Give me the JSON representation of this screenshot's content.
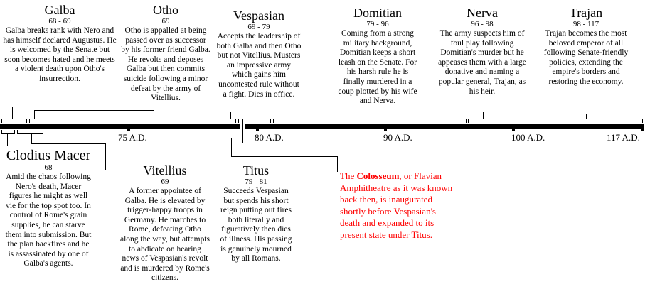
{
  "axis": {
    "ticks": [
      "75 A.D.",
      "80 A.D.",
      "90 A.D.",
      "100 A.D.",
      "117 A.D."
    ]
  },
  "emperors": {
    "galba": {
      "name": "Galba",
      "years": "68 - 69",
      "text": "Galba breaks rank with Nero and has himself declared Augustus. He is welcomed by the Senate but soon becomes hated and he meets a violent death upon Otho's insurrection."
    },
    "otho": {
      "name": "Otho",
      "years": "69",
      "text": "Otho is appalled at being passed over as successor by his former friend Galba. He revolts and deposes Galba but then commits suicide following a minor defeat by the army of Vitellius."
    },
    "vespasian": {
      "name": "Vespasian",
      "years": "69 - 79",
      "text": "Accepts the leadership of both Galba and then Otho but not Vitellius. Musters an impressive army which gains him uncontested rule without a fight. Dies in office."
    },
    "domitian": {
      "name": "Domitian",
      "years": "79 - 96",
      "text": "Coming from a strong military background, Domitian keeps a short leash on the Senate. For his harsh rule he is finally murdered in a coup plotted by his wife and Nerva."
    },
    "nerva": {
      "name": "Nerva",
      "years": "96 - 98",
      "text": "The army suspects him of foul play following Domitian's murder but he appeases them with a large donative and naming a popular general, Trajan, as his heir."
    },
    "trajan": {
      "name": "Trajan",
      "years": "98 - 117",
      "text": "Trajan becomes the most beloved emperor of all following Senate-friendly policies, extending the empire's borders and restoring the economy."
    },
    "clodius": {
      "name": "Clodius Macer",
      "years": "68",
      "text": "Amid the chaos following Nero's death, Macer figures he might as well vie for the top spot too. In control of Rome's grain supplies, he can starve them into submission. But the plan backfires and he is assassinated by one of Galba's agents."
    },
    "vitellius": {
      "name": "Vitellius",
      "years": "69",
      "text": "A former appointee of Galba. He is elevated by trigger-happy troops in Germany. He marches to Rome, defeating Otho along the way, but attempts to abdicate on hearing news of Vespasian's revolt and is murdered by Rome's citizens."
    },
    "titus": {
      "name": "Titus",
      "years": "79 - 81",
      "text": "Succeeds Vespasian but spends his short reign putting out fires both literally and figuratively then dies of illness. His passing is genuinely mourned by all Romans."
    }
  },
  "note": {
    "pre": "The ",
    "bold": "Colosseum",
    "post": ", or Flavian Amphitheatre as it was known back then, is inaugurated shortly before Vespasian's death and expanded to its present state under Titus."
  },
  "colors": {
    "note": "#ff0000"
  }
}
